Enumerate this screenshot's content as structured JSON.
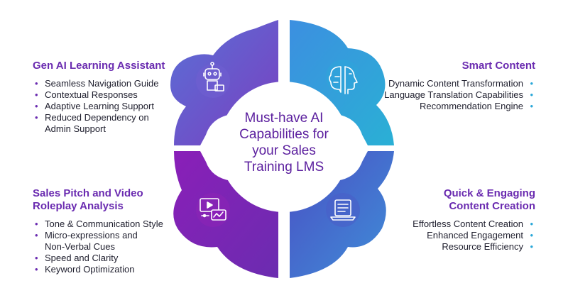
{
  "center": {
    "line1": "Must-have AI",
    "line2": "Capabilities for",
    "line3": "your Sales",
    "line4": "Training LMS"
  },
  "top_left": {
    "title": "Gen AI Learning Assistant",
    "items": [
      "Seamless Navigation Guide",
      "Contextual Responses",
      "Adaptive Learning Support",
      "Reduced Dependency on",
      "Admin Support"
    ],
    "icon": "robot-icon"
  },
  "top_right": {
    "title": "Smart Content",
    "items": [
      "Dynamic Content Transformation",
      "Language Translation Capabilities",
      "Recommendation Engine"
    ],
    "icon": "brain-icon"
  },
  "bottom_left": {
    "title_line1": "Sales Pitch and Video",
    "title_line2": "Roleplay Analysis",
    "items": [
      "Tone & Communication Style",
      "Micro-expressions and",
      "Non-Verbal Cues",
      "Speed and Clarity",
      "Keyword Optimization"
    ],
    "icon": "video-analysis-icon"
  },
  "bottom_right": {
    "title_line1": "Quick & Engaging",
    "title_line2": "Content Creation",
    "items": [
      "Effortless Content Creation",
      "Enhanced Engagement",
      "Resource Efficiency"
    ],
    "icon": "document-laptop-icon"
  },
  "colors": {
    "purple": "#6a2bb0",
    "deep_purple": "#8a1fb8",
    "blue_purple": "#5a6fd6",
    "cyan": "#2aa7d8"
  }
}
